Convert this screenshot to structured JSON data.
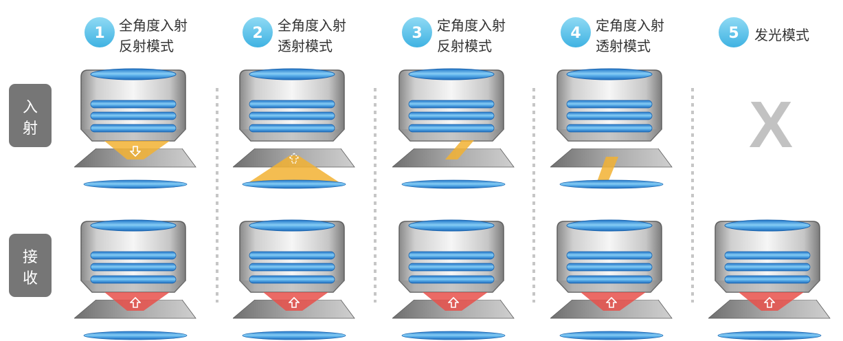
{
  "header": {
    "modes": [
      {
        "number": "1",
        "line1": "全角度入射",
        "line2": "反射模式"
      },
      {
        "number": "2",
        "line1": "全角度入射",
        "line2": "透射模式"
      },
      {
        "number": "3",
        "line1": "定角度入射",
        "line2": "反射模式"
      },
      {
        "number": "4",
        "line1": "定角度入射",
        "line2": "透射模式"
      },
      {
        "number": "5",
        "line1": "发光模式"
      }
    ]
  },
  "rows": {
    "incidence": {
      "chars": [
        "入",
        "射"
      ]
    },
    "receive": {
      "chars": [
        "接",
        "收"
      ]
    }
  },
  "mode5": {
    "incidence_mark": "X"
  },
  "colors": {
    "mode_badge": "#55c2ea",
    "row_label_box": "#767676",
    "lens": "#2f8fd8",
    "incidence_light": "#f2b233",
    "receive_light": "#e8504a"
  }
}
